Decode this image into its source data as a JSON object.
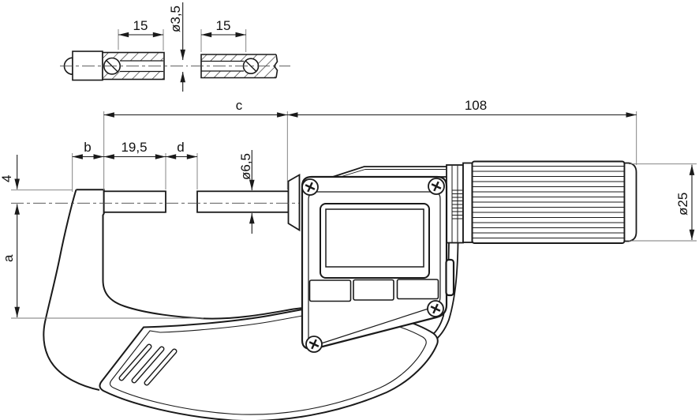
{
  "drawing": {
    "background": "#ffffff",
    "line_color": "#1a1a1a",
    "detail_views": {
      "left_insert_length": "15",
      "right_insert_length": "15",
      "insert_diameter": "ø3,5"
    },
    "main_view": {
      "c_label": "c",
      "overall_length": "108",
      "b_label": "b",
      "spindle_tip_length": "19,5",
      "d_label": "d",
      "spindle_diameter": "ø6,5",
      "anvil_tip_height": "4",
      "a_label": "a",
      "thimble_diameter": "ø25"
    }
  }
}
